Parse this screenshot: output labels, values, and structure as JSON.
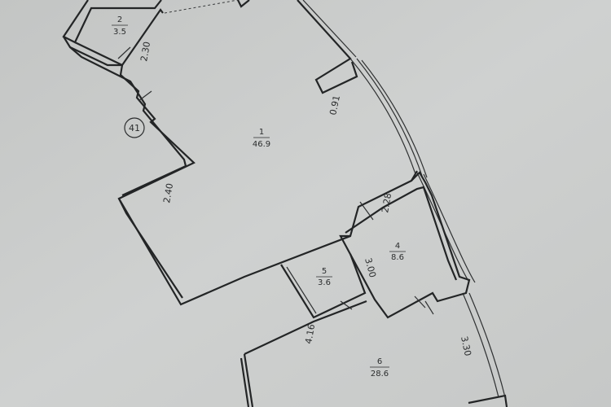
{
  "rooms": [
    {
      "number": "1",
      "area": "46.9"
    },
    {
      "number": "2",
      "area": "3.5"
    },
    {
      "number": "4",
      "area": "8.6"
    },
    {
      "number": "5",
      "area": "3.6"
    },
    {
      "number": "6",
      "area": "28.6"
    }
  ],
  "dimensions": {
    "d230": "2.30",
    "d091": "0.91",
    "d240": "2.40",
    "d228": "2.28",
    "d300": "3.00",
    "d416": "4.16",
    "d330": "3.30"
  },
  "marker": {
    "label": "41"
  }
}
